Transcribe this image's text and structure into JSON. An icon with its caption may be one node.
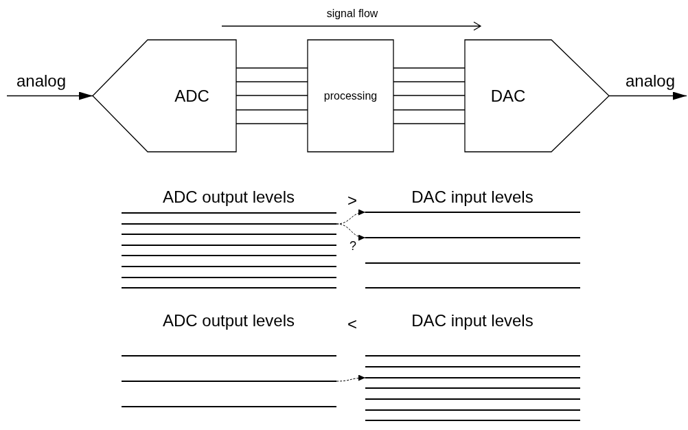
{
  "diagram": {
    "nodes": [
      {
        "text": [
          "ADC"
        ]
      },
      {
        "text": [
          "processing"
        ]
      },
      {
        "text": [
          "DAC"
        ]
      },
      {
        "text": [],
        "shape": "line"
      },
      {
        "text": [],
        "shape": "line"
      },
      {
        "text": [],
        "shape": "line"
      },
      {
        "text": [],
        "shape": "line"
      },
      {
        "text": [],
        "shape": "line"
      },
      {
        "text": [],
        "shape": "line"
      },
      {
        "text": [],
        "shape": "line"
      },
      {
        "text": [],
        "shape": "line"
      },
      {
        "text": [],
        "shape": "line"
      },
      {
        "text": [],
        "shape": "line"
      },
      {
        "text": [],
        "shape": "line"
      },
      {
        "text": [],
        "shape": "line"
      },
      {
        "text": [],
        "shape": "line"
      },
      {
        "text": [],
        "shape": "line"
      },
      {
        "text": [],
        "shape": "line"
      },
      {
        "text": [],
        "shape": "line"
      },
      {
        "text": [],
        "shape": "line"
      },
      {
        "text": [],
        "shape": "line"
      },
      {
        "text": [],
        "shape": "line"
      },
      {
        "text": [],
        "shape": "line"
      },
      {
        "text": [],
        "shape": "line"
      },
      {
        "text": [],
        "shape": "line"
      }
    ],
    "edges": [
      {
        "from": null,
        "to": 0,
        "arrow": "to",
        "label": "analog"
      },
      {
        "from": 0,
        "to": 1,
        "arrow": "none"
      },
      {
        "from": 0,
        "to": 1,
        "arrow": "none"
      },
      {
        "from": 0,
        "to": 1,
        "arrow": "none"
      },
      {
        "from": 0,
        "to": 1,
        "arrow": "none"
      },
      {
        "from": 0,
        "to": 1,
        "arrow": "none"
      },
      {
        "from": 1,
        "to": 2,
        "arrow": "none"
      },
      {
        "from": 1,
        "to": 2,
        "arrow": "none"
      },
      {
        "from": 1,
        "to": 2,
        "arrow": "none"
      },
      {
        "from": 1,
        "to": 2,
        "arrow": "none"
      },
      {
        "from": 1,
        "to": 2,
        "arrow": "none"
      },
      {
        "from": 2,
        "to": null,
        "arrow": "to",
        "label": "analog"
      },
      {
        "from": 4,
        "to": 11,
        "arrow": "to",
        "style": "dashed"
      },
      {
        "from": 4,
        "to": 12,
        "arrow": "to",
        "style": "dashed"
      },
      {
        "from": 16,
        "to": 20,
        "arrow": "to",
        "style": "dashed"
      }
    ],
    "labels": [
      "signal flow",
      "ADC output levels",
      ">",
      "DAC input levels",
      "?",
      "ADC output levels",
      "<",
      "DAC input levels"
    ]
  }
}
